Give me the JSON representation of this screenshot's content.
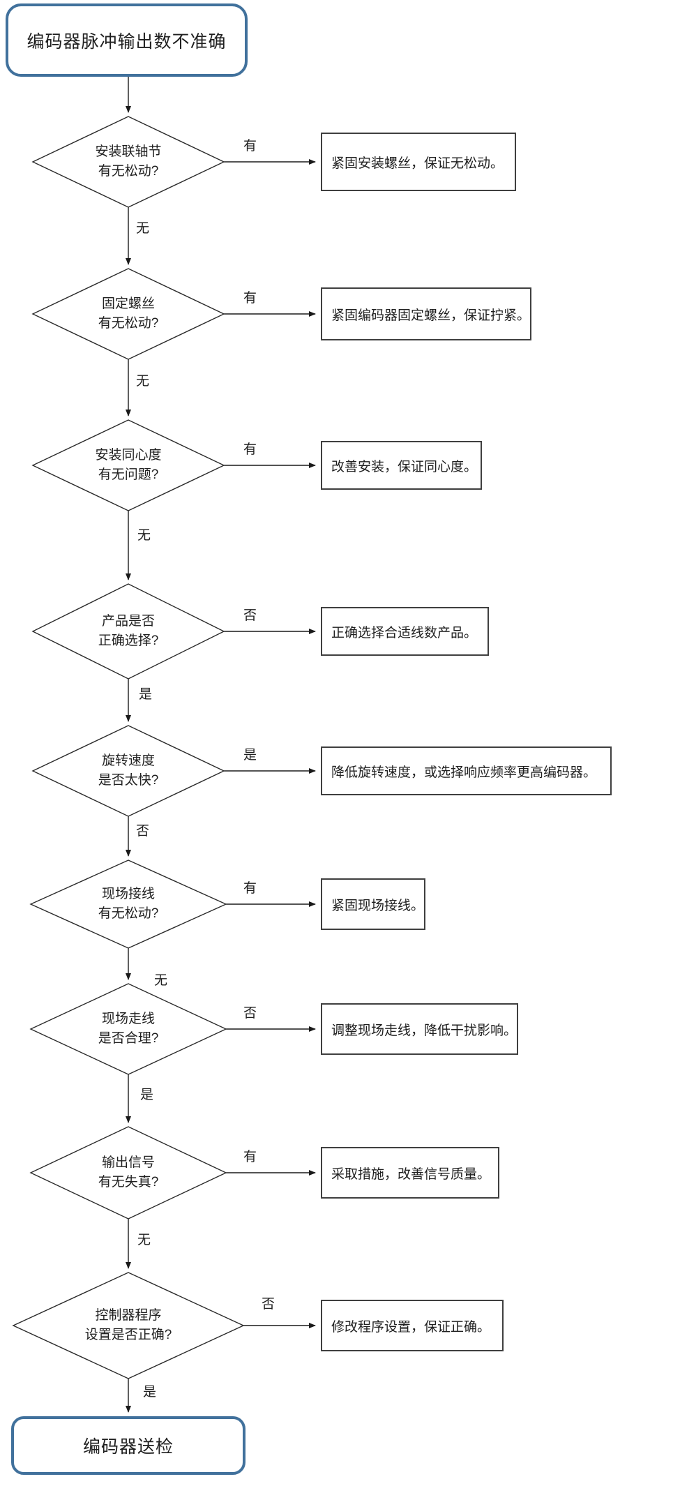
{
  "flowchart": {
    "start": {
      "label": "编码器脉冲输出数不准确"
    },
    "end": {
      "label": "编码器送检"
    },
    "colors": {
      "terminal_border": "#41719C",
      "box_border": "#3f3f3f",
      "line": "#1a1a1a",
      "text": "#1f1f1f",
      "background": "#ffffff"
    },
    "decisions": [
      {
        "q1": "安装联轴节",
        "q2": "有无松动?",
        "side": "有",
        "down": "无",
        "action": "紧固安装螺丝，保证无松动。"
      },
      {
        "q1": "固定螺丝",
        "q2": "有无松动?",
        "side": "有",
        "down": "无",
        "action": "紧固编码器固定螺丝，保证拧紧。"
      },
      {
        "q1": "安装同心度",
        "q2": "有无问题?",
        "side": "有",
        "down": "无",
        "action": "改善安装，保证同心度。"
      },
      {
        "q1": "产品是否",
        "q2": "正确选择?",
        "side": "否",
        "down": "是",
        "action": "正确选择合适线数产品。"
      },
      {
        "q1": "旋转速度",
        "q2": "是否太快?",
        "side": "是",
        "down": "否",
        "action": "降低旋转速度，或选择响应频率更高编码器。"
      },
      {
        "q1": "现场接线",
        "q2": "有无松动?",
        "side": "有",
        "down": "无",
        "action": "紧固现场接线。"
      },
      {
        "q1": "现场走线",
        "q2": "是否合理?",
        "side": "否",
        "down": "是",
        "action": "调整现场走线，降低干扰影响。"
      },
      {
        "q1": "输出信号",
        "q2": "有无失真?",
        "side": "有",
        "down": "无",
        "action": "采取措施，改善信号质量。"
      },
      {
        "q1": "控制器程序",
        "q2": "设置是否正确?",
        "side": "否",
        "down": "是",
        "action": "修改程序设置，保证正确。"
      }
    ]
  }
}
